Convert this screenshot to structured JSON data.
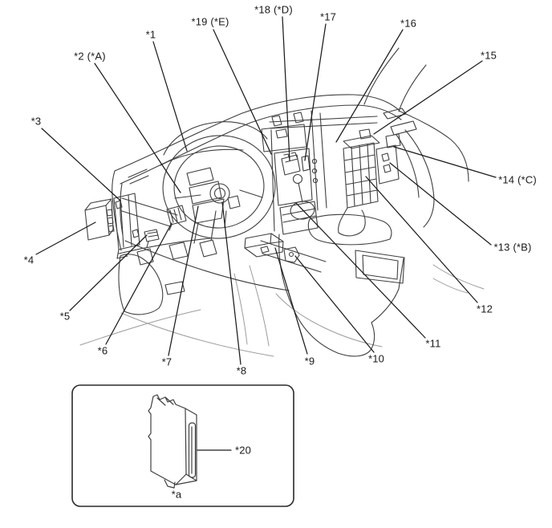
{
  "figure": {
    "callouts": {
      "c1": "*1",
      "c2": "*2 (*A)",
      "c3": "*3",
      "c4": "*4",
      "c5": "*5",
      "c6": "*6",
      "c7": "*7",
      "c8": "*8",
      "c9": "*9",
      "c10": "*10",
      "c11": "*11",
      "c12": "*12",
      "c13": "*13 (*B)",
      "c14": "*14 (*C)",
      "c15": "*15",
      "c16": "*16",
      "c17": "*17",
      "c18": "*18 (*D)",
      "c19": "*19 (*E)",
      "c20": "*20",
      "ca": "*a"
    },
    "colors": {
      "line_art": "#3f3f3f",
      "leader": "#1c1c1c",
      "faint": "#9c9c9c",
      "text": "#1a1a1a"
    }
  }
}
